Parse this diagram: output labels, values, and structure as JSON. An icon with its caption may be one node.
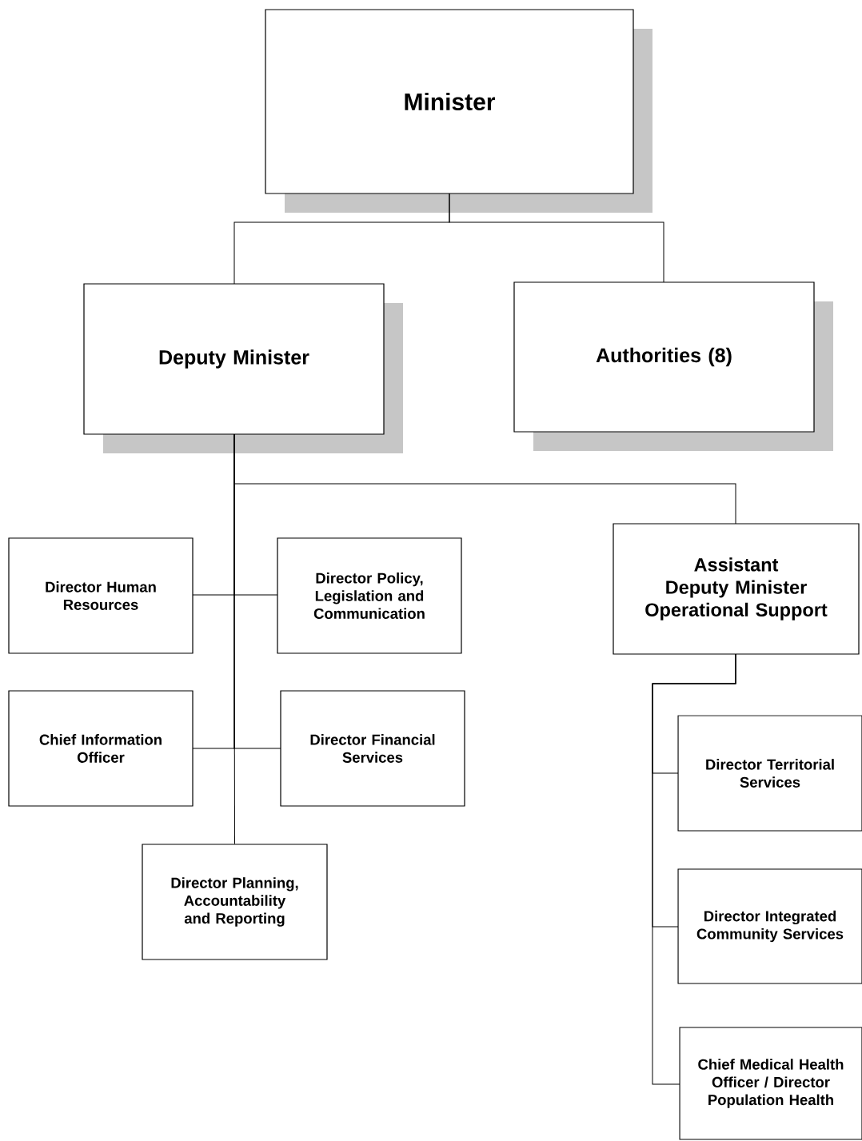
{
  "diagram": {
    "nodes": [
      {
        "text": [
          "Minister"
        ]
      },
      {
        "text": [
          "Deputy Minister"
        ]
      },
      {
        "text": [
          "Authorities (8)"
        ]
      },
      {
        "text": [
          "Director Human Resources"
        ]
      },
      {
        "text": [
          "Director Policy, Legislation and Communication"
        ]
      },
      {
        "text": [
          "Assistant Deputy Minister Operational Support"
        ]
      },
      {
        "text": [
          "Chief Information Officer"
        ]
      },
      {
        "text": [
          "Director Financial Services"
        ]
      },
      {
        "text": [
          "Director Territorial Services"
        ]
      },
      {
        "text": [
          "Director Planning, Accountability and Reporting"
        ]
      },
      {
        "text": [
          "Director Integrated Community Services"
        ]
      },
      {
        "text": [
          "Chief Medical Health Officer / Director Population Health"
        ]
      }
    ],
    "edges": [
      {
        "from": 0,
        "to": 1,
        "arrow": "none"
      },
      {
        "from": 0,
        "to": 2,
        "arrow": "none"
      },
      {
        "from": 1,
        "to": 3,
        "arrow": "none"
      },
      {
        "from": 1,
        "to": 4,
        "arrow": "none"
      },
      {
        "from": 1,
        "to": 5,
        "arrow": "none"
      },
      {
        "from": 1,
        "to": 6,
        "arrow": "none"
      },
      {
        "from": 1,
        "to": 7,
        "arrow": "none"
      },
      {
        "from": 1,
        "to": 9,
        "arrow": "none"
      },
      {
        "from": 5,
        "to": 8,
        "arrow": "none"
      },
      {
        "from": 5,
        "to": 10,
        "arrow": "none"
      },
      {
        "from": 5,
        "to": 11,
        "arrow": "none"
      }
    ]
  }
}
